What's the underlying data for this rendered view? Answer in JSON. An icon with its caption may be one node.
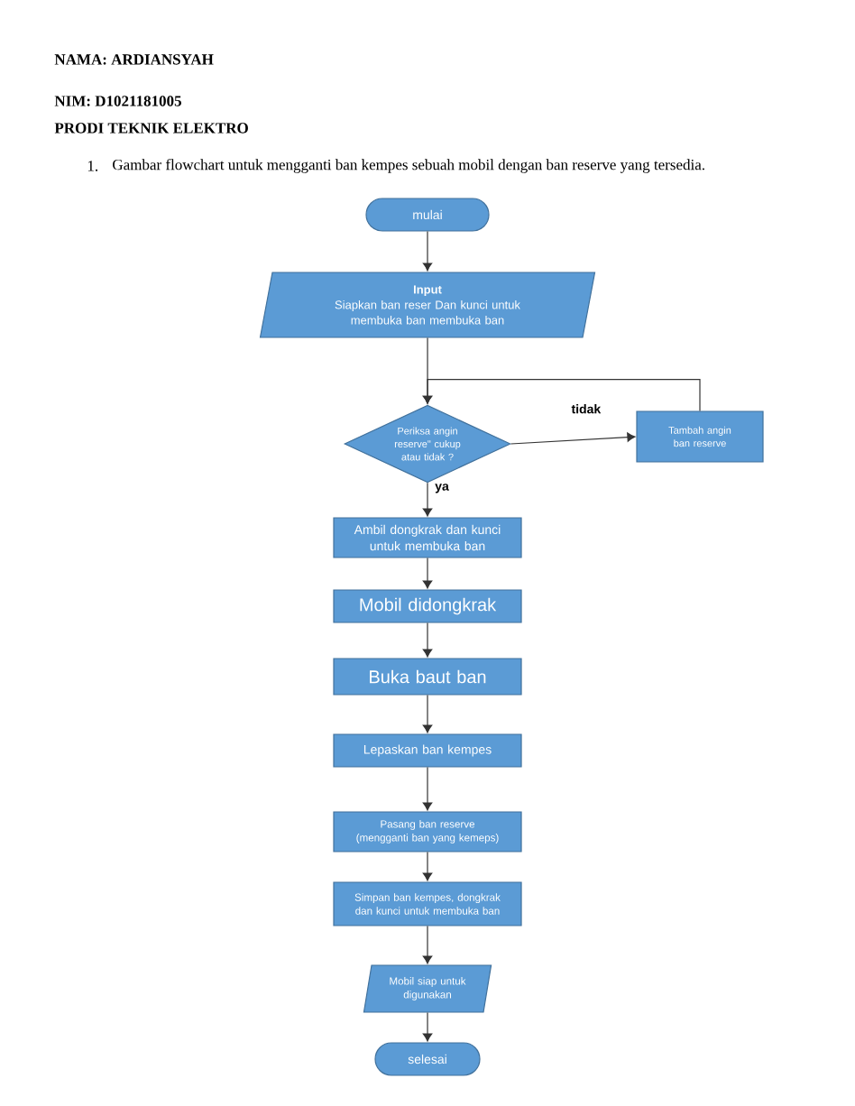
{
  "diagram": {
    "nodes": [
      {
        "text": [
          "mulai"
        ]
      },
      {
        "text": [
          "Input",
          "Siapkan ban reser Dan kunci untuk  membuka ban membuka ban"
        ]
      },
      {
        "text": [
          "Periksa angin reserve\" cukup atau tidak ?"
        ]
      },
      {
        "text": [
          "Tambah angin ban reserve"
        ]
      },
      {
        "text": [
          "Ambil dongkrak dan kunci untuk membuka ban"
        ]
      },
      {
        "text": [
          "Mobil didongkrak"
        ]
      },
      {
        "text": [
          "Buka baut ban"
        ]
      },
      {
        "text": [
          "Lepaskan ban kempes"
        ]
      },
      {
        "text": [
          "Pasang ban reserve (mengganti ban yang kemeps)"
        ]
      },
      {
        "text": [
          "Simpan ban kempes, dongkrak dan kunci untuk membuka ban"
        ]
      },
      {
        "text": [
          "Mobil siap untuk digunakan"
        ]
      },
      {
        "text": [
          "selesai"
        ]
      }
    ],
    "edges": [
      {
        "from": 0,
        "to": 1,
        "arrow": "to"
      },
      {
        "from": 1,
        "to": 2,
        "arrow": "to"
      },
      {
        "from": 2,
        "to": 3,
        "arrow": "to",
        "label": "tidak"
      },
      {
        "from": 3,
        "to": 2,
        "arrow": "to"
      },
      {
        "from": 2,
        "to": 4,
        "arrow": "to",
        "label": "ya"
      },
      {
        "from": 4,
        "to": 5,
        "arrow": "to"
      },
      {
        "from": 5,
        "to": 6,
        "arrow": "to"
      },
      {
        "from": 6,
        "to": 7,
        "arrow": "to"
      },
      {
        "from": 7,
        "to": 8,
        "arrow": "to"
      },
      {
        "from": 8,
        "to": 9,
        "arrow": "to"
      },
      {
        "from": 9,
        "to": 10,
        "arrow": "to"
      },
      {
        "from": 10,
        "to": 11,
        "arrow": "to"
      }
    ],
    "labels": [
      "NAMA: ARDIANSYAH",
      "NIM: D1021181005",
      "PRODI TEKNIK ELEKTRO",
      "1.",
      "Gambar flowchart untuk mengganti ban kempes sebuah mobil dengan ban reserve yang tersedia."
    ]
  }
}
